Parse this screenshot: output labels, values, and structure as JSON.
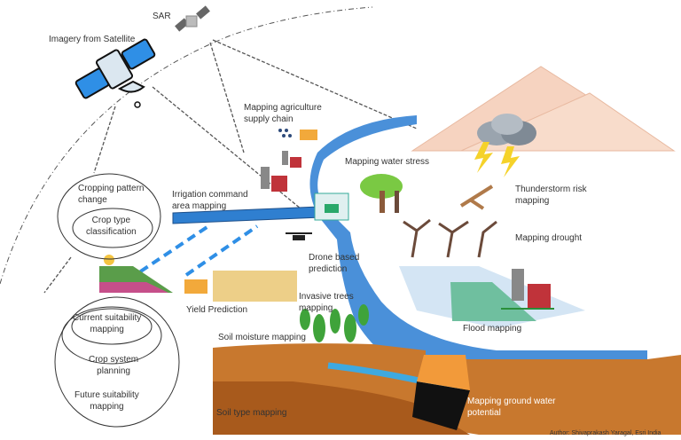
{
  "labels": {
    "sar": "SAR",
    "imagery": "Imagery from Satellite",
    "supply_chain": [
      "Mapping agriculture",
      "supply chain"
    ],
    "water_stress": "Mapping water stress",
    "thunderstorm": [
      "Thunderstorm risk",
      "mapping"
    ],
    "drought": "Mapping drought",
    "irrigation": [
      "Irrigation command",
      "area mapping"
    ],
    "cropping_pattern": [
      "Cropping pattern",
      "change"
    ],
    "crop_type": [
      "Crop type",
      "classification"
    ],
    "drone": [
      "Drone based",
      "prediction"
    ],
    "yield": "Yield Prediction",
    "invasive": [
      "Invasive trees",
      "mapping"
    ],
    "current_suit": [
      "Current suitability",
      "mapping"
    ],
    "crop_system": [
      "Crop system",
      "planning"
    ],
    "future_suit": [
      "Future suitability",
      "mapping"
    ],
    "soil_moisture": "Soil moisture mapping",
    "flood": "Flood mapping",
    "soil_type": "Soil type mapping",
    "ground_water": [
      "Mapping ground water",
      "potential"
    ],
    "author": "Author: Shivaprakash Yaragal, Esri India"
  },
  "colors": {
    "river": "#4a90d9",
    "soil": "#c8782e",
    "soil_dark": "#a85a1c",
    "mountain": "#f6d3c0",
    "panel": "#2f8fe6"
  }
}
